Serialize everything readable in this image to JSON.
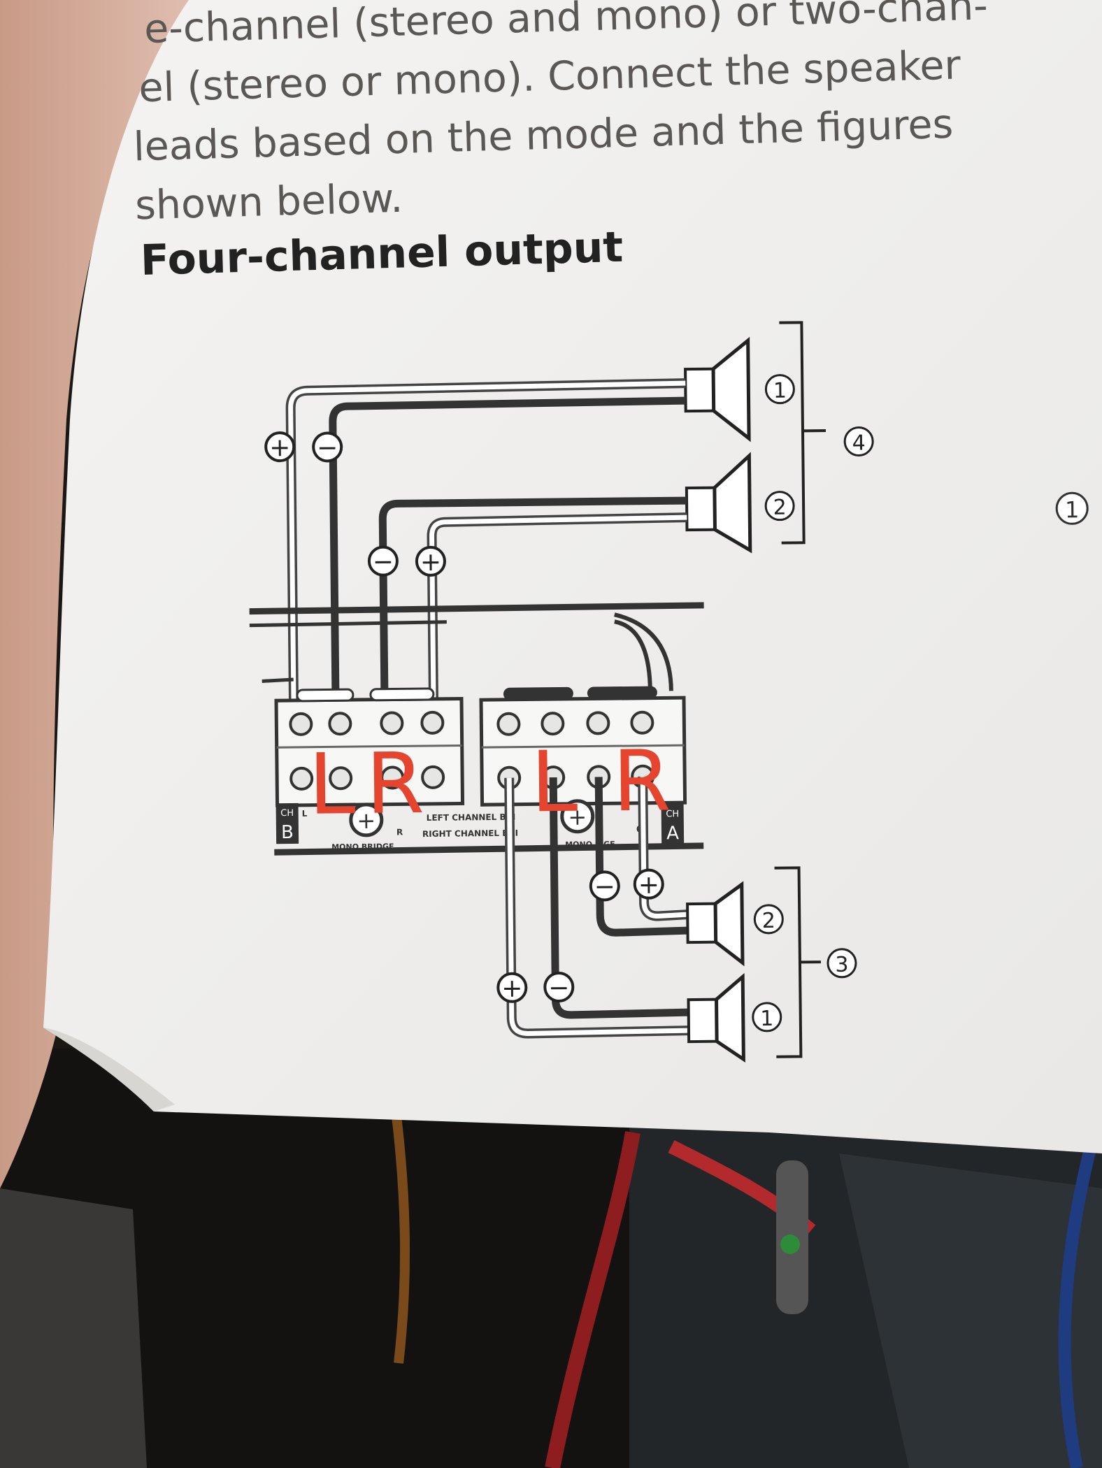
{
  "intro_lines": [
    "e-channel (stereo and mono) or two-chan-",
    "el (stereo or mono). Connect the speaker",
    "leads based on the mode and the figures",
    "shown below."
  ],
  "heading": "Four-channel output",
  "diagram": {
    "polarity": {
      "plus": "+",
      "minus": "−"
    },
    "callouts": {
      "c1": "1",
      "c2": "2",
      "c3": "3",
      "c4": "4",
      "margin": "1"
    },
    "terminal_labels": {
      "left": "L",
      "right": "R",
      "ch": "CH",
      "ch_a": "A",
      "ch_b": "B"
    },
    "switch_labels": {
      "left_bridge": "LEFT CHANNEL BRI",
      "right_bridge": "RIGHT CHANNEL BRI",
      "mono_bridge_b": "MONO BRIDGE",
      "mono_bridge_a": "MONO B   GE",
      "l_mark": "L",
      "r_mark": "R",
      "g_mark": "G"
    },
    "handwritten_overlay": [
      "L",
      "R",
      "L",
      "R"
    ],
    "overlay_color": "#e5452f"
  }
}
